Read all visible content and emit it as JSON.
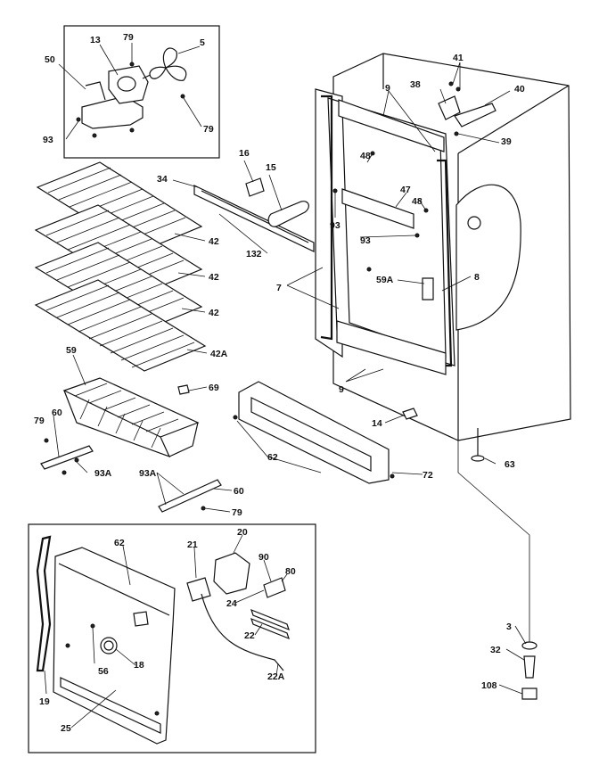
{
  "diagram": {
    "callouts": {
      "c13": "13",
      "c79a": "79",
      "c5": "5",
      "c50": "50",
      "c79b": "79",
      "c93a": "93",
      "c41": "41",
      "c38": "38",
      "c40": "40",
      "c39": "39",
      "c9a": "9",
      "c16": "16",
      "c15": "15",
      "c34": "34",
      "c48a": "48",
      "c47": "47",
      "c48b": "48",
      "c93b": "93",
      "c93c": "93",
      "c132": "132",
      "c42a": "42",
      "c42b": "42",
      "c42c": "42",
      "c42d": "42A",
      "c7": "7",
      "c59A": "59A",
      "c8": "8",
      "c59": "59",
      "c69": "69",
      "c9b": "9",
      "c14": "14",
      "c79c": "79",
      "c60a": "60",
      "c93A1": "93A",
      "c62a": "62",
      "c72": "72",
      "c63": "63",
      "c93A2": "93A",
      "c60b": "60",
      "c79d": "79",
      "c62b": "62",
      "c21": "21",
      "c20": "20",
      "c90": "90",
      "c80": "80",
      "c24": "24",
      "c22": "22",
      "c22A": "22A",
      "c18": "18",
      "c56": "56",
      "c19": "19",
      "c25": "25",
      "c3": "3",
      "c32": "32",
      "c108": "108"
    }
  }
}
